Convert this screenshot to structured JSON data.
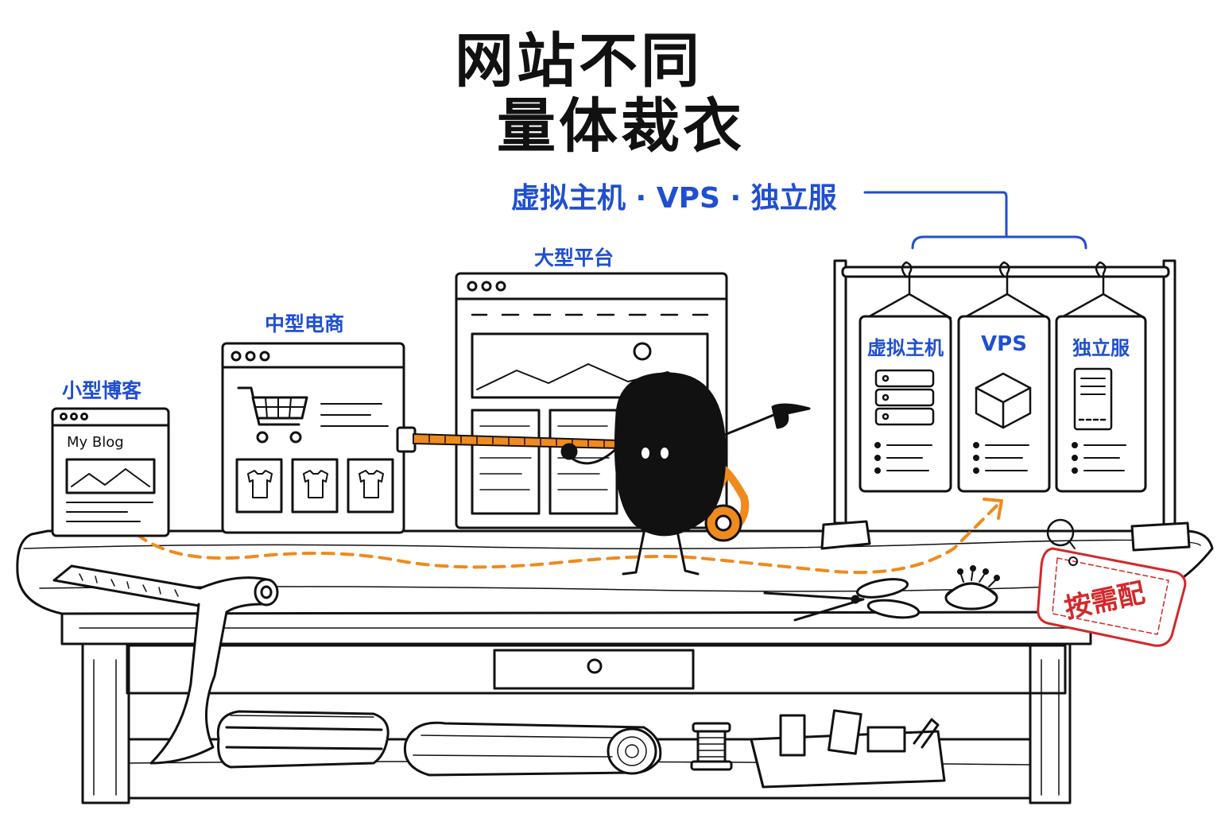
{
  "title": {
    "line1": "网站不同",
    "line2": "量体裁衣"
  },
  "subtitle": "虚拟主机 · VPS · 独立服",
  "sites": {
    "small": {
      "label": "小型博客",
      "blog_title": "My Blog"
    },
    "medium": {
      "label": "中型电商"
    },
    "large": {
      "label": "大型平台"
    }
  },
  "rack": {
    "cards": [
      {
        "label": "虚拟主机",
        "icon": "server-stack-icon"
      },
      {
        "label": "VPS",
        "icon": "cube-icon"
      },
      {
        "label": "独立服",
        "icon": "tower-server-icon"
      }
    ]
  },
  "tag": {
    "label": "按需配"
  },
  "colors": {
    "ink": "#111111",
    "label_blue": "#1f4fd1",
    "measure_orange": "#f08a1c",
    "stamp_red": "#d4282a"
  }
}
